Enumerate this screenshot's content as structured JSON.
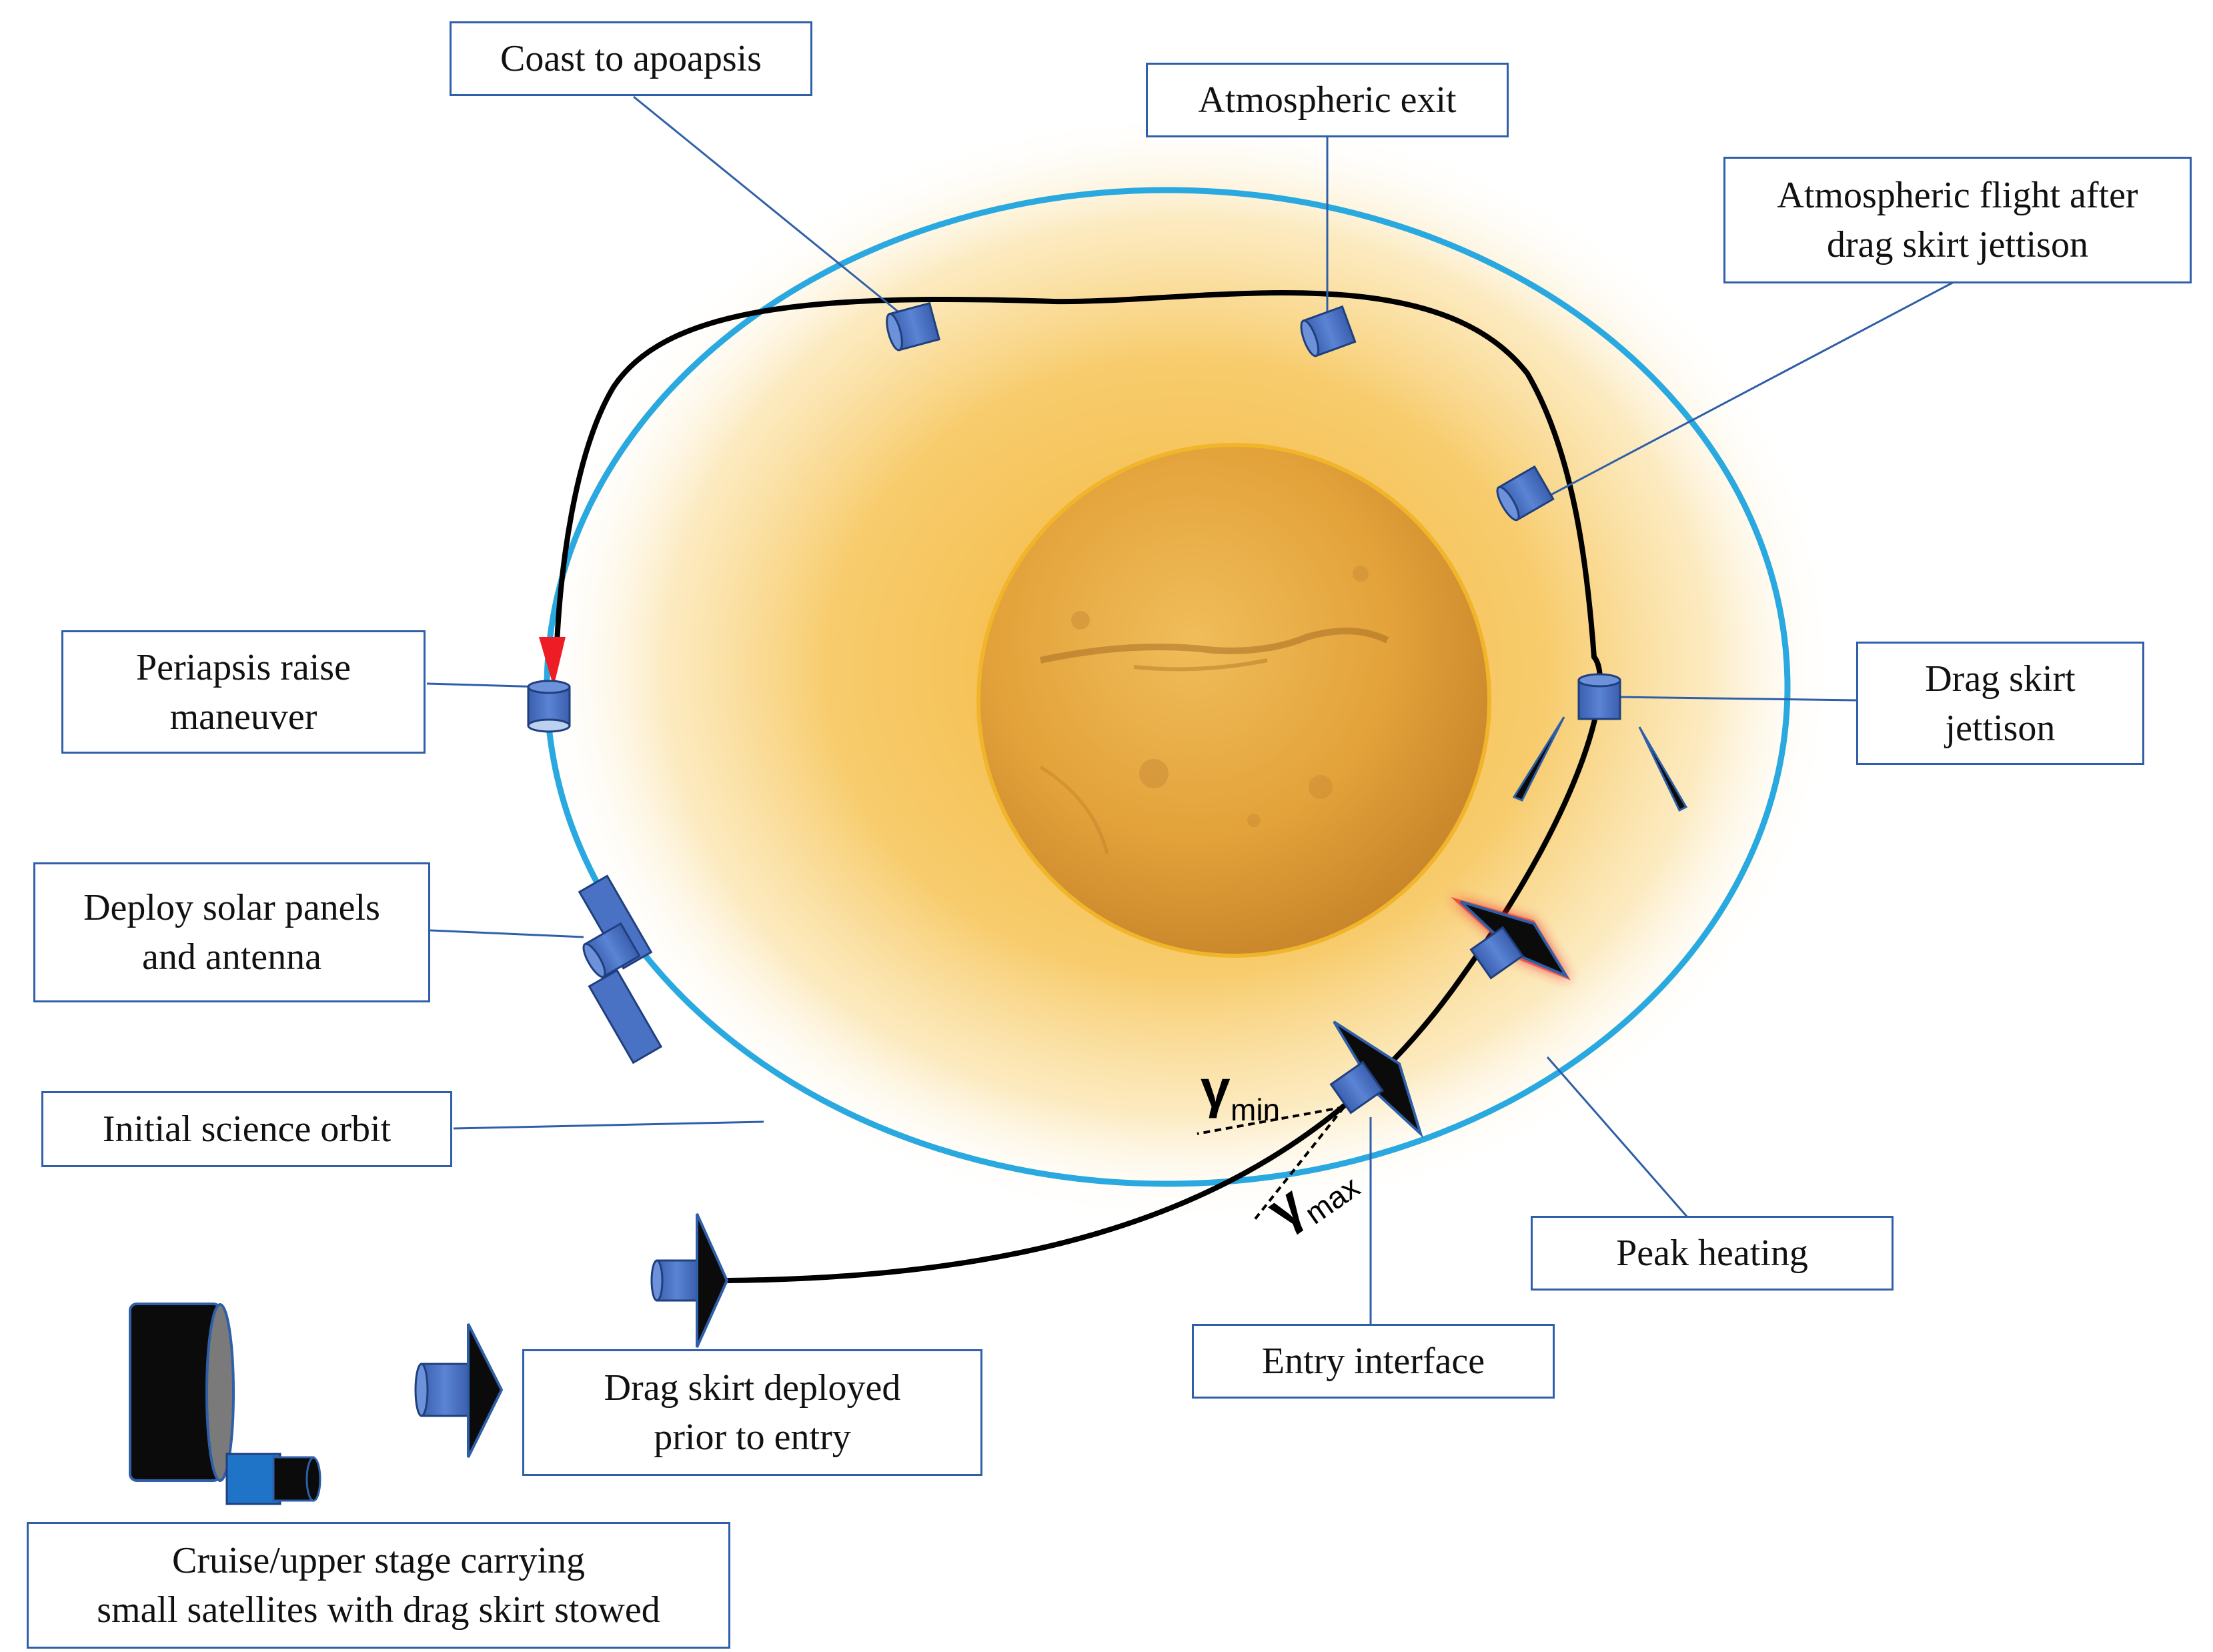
{
  "labels": {
    "coast_to_apoapsis": "Coast to apoapsis",
    "atmospheric_exit": "Atmospheric exit",
    "atm_flight_after_line1": "Atmospheric flight after",
    "atm_flight_after_line2": "drag skirt jettison",
    "periapsis_raise_line1": "Periapsis raise",
    "periapsis_raise_line2": "maneuver",
    "drag_skirt_jettison_line1": "Drag skirt",
    "drag_skirt_jettison_line2": "jettison",
    "deploy_solar_line1": "Deploy solar panels",
    "deploy_solar_line2": "and antenna",
    "initial_science_orbit": "Initial science orbit",
    "peak_heating": "Peak heating",
    "entry_interface": "Entry interface",
    "drag_skirt_deployed_line1": "Drag skirt deployed",
    "drag_skirt_deployed_line2": "prior to entry",
    "cruise_stage_line1": "Cruise/upper stage carrying",
    "cruise_stage_line2": "small satellites with drag skirt stowed"
  },
  "angles": {
    "gamma_symbol": "γ",
    "min_sub": "min",
    "max_sub": "max"
  },
  "colors": {
    "orbit_blue": "#29a9df",
    "box_border": "#2e5fa8",
    "spacecraft_blue": "#4a72c4",
    "planet": "#e6a73a",
    "atmosphere_glow": "#f6c75a",
    "heating_red": "#e8262a",
    "thruster_red": "#ee1c24"
  },
  "icons": [
    "spacecraft-icon",
    "drag-skirt-icon",
    "solar-panel-icon",
    "mars-planet",
    "cruise-stage-icon",
    "thruster-plume-icon"
  ]
}
